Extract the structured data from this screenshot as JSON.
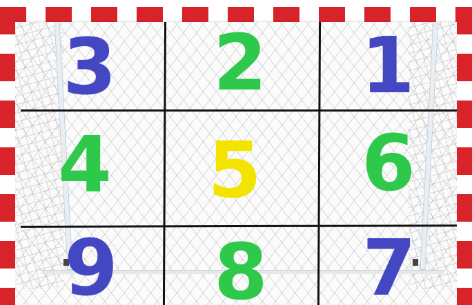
{
  "zones": [
    {
      "number": "3",
      "color": "#4447c2"
    },
    {
      "number": "2",
      "color": "#2ec94a"
    },
    {
      "number": "1",
      "color": "#4447c2"
    },
    {
      "number": "4",
      "color": "#2ec94a"
    },
    {
      "number": "5",
      "color": "#f2e400"
    },
    {
      "number": "6",
      "color": "#2ec94a"
    },
    {
      "number": "9",
      "color": "#4447c2"
    },
    {
      "number": "8",
      "color": "#2ec94a"
    },
    {
      "number": "7",
      "color": "#4447c2"
    }
  ],
  "colors": {
    "post_red": "#d8232a",
    "post_white": "#ffffff",
    "grid_line": "#111111"
  }
}
